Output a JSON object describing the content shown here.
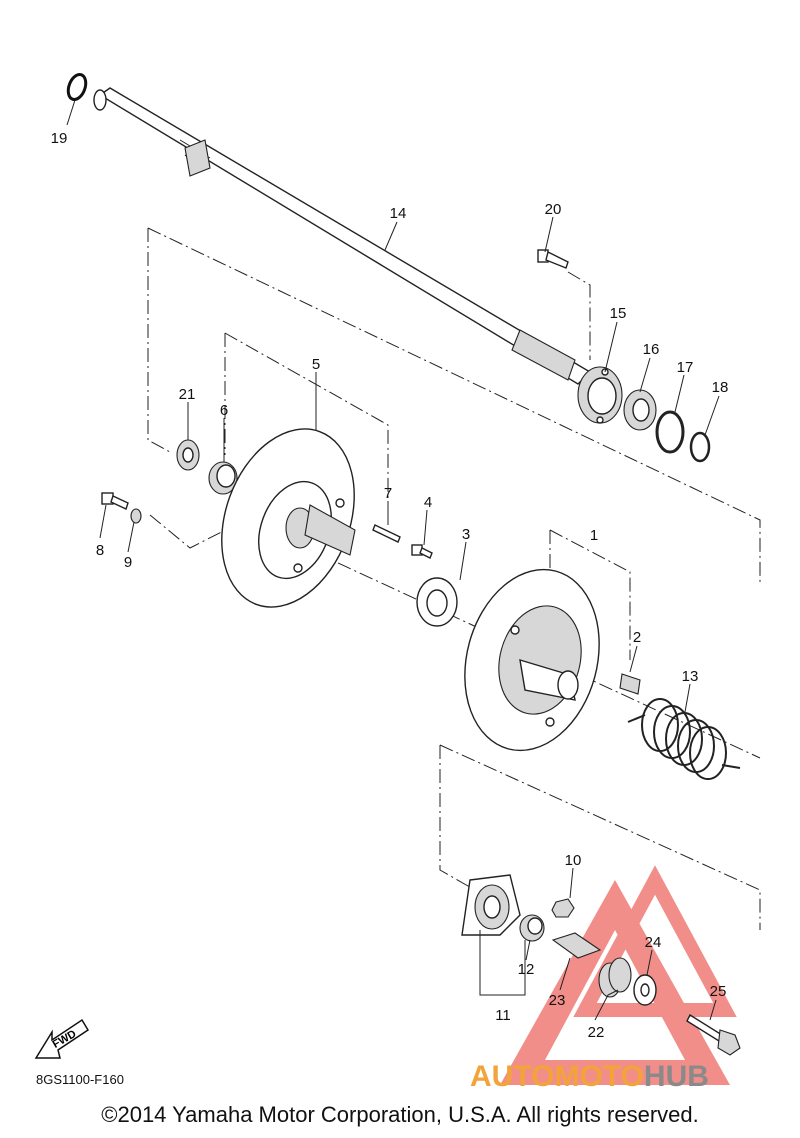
{
  "diagram": {
    "code": "8GS1100-F160",
    "fwd_label": "FWD",
    "copyright": "©2014 Yamaha Motor Corporation, U.S.A. All rights reserved.",
    "callouts": {
      "c1": "1",
      "c2": "2",
      "c3": "3",
      "c4": "4",
      "c5": "5",
      "c6": "6",
      "c7": "7",
      "c8": "8",
      "c9": "9",
      "c10": "10",
      "c11": "11",
      "c12": "12",
      "c13": "13",
      "c14": "14",
      "c15": "15",
      "c16": "16",
      "c17": "17",
      "c18": "18",
      "c19": "19",
      "c20": "20",
      "c21": "21",
      "c22": "22",
      "c23": "23",
      "c24": "24",
      "c25": "25"
    }
  },
  "watermark": {
    "part1": "AUTOMOTO",
    "part2": "HUB",
    "color_red": "#e8322a",
    "color_orange": "#f2a33a",
    "color_gray": "#8a8a8a"
  }
}
